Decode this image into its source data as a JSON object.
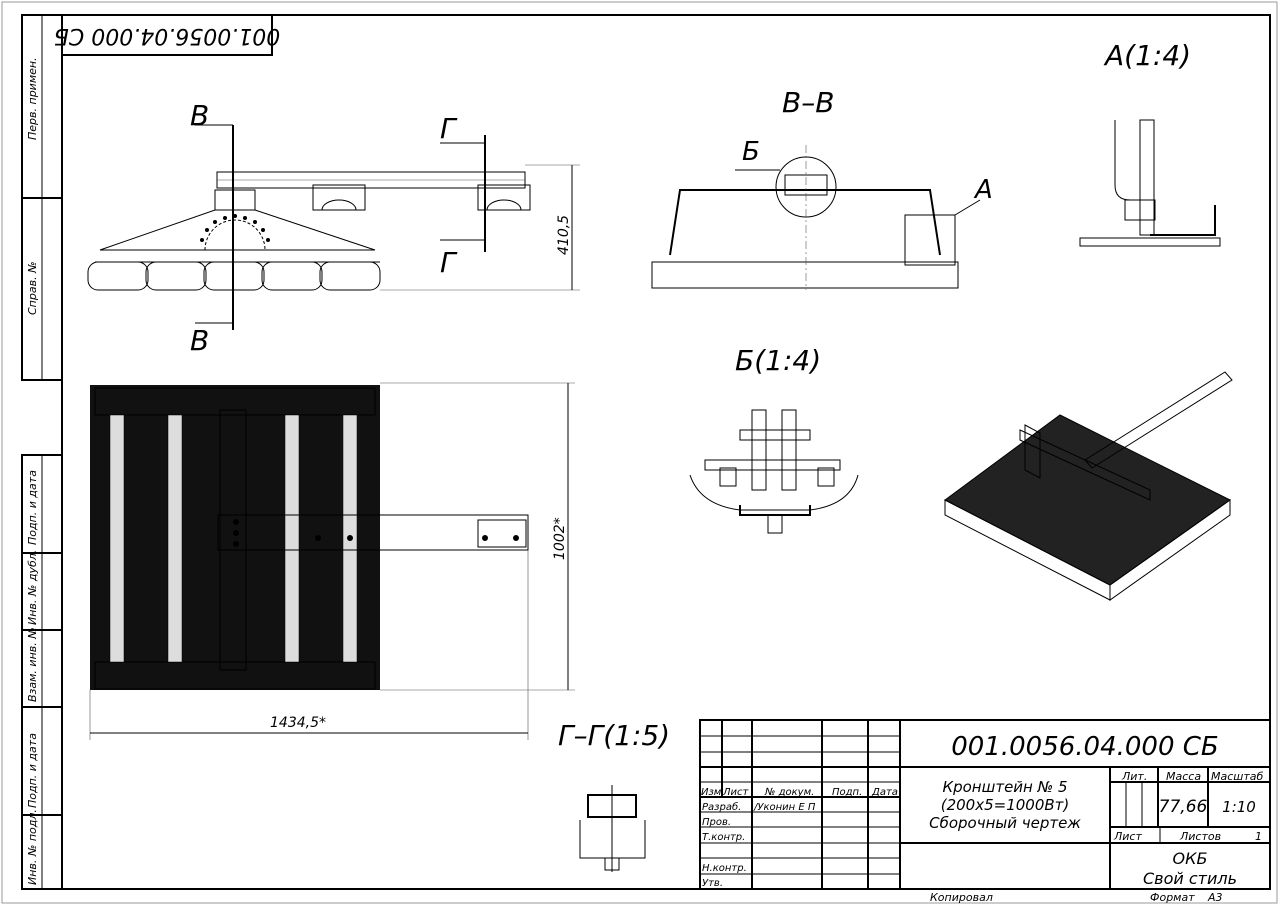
{
  "drawing": {
    "designation": "001.0056.04.000 СБ",
    "designation_mirrored": "001.0056.04.000 СБ",
    "views": {
      "section_b_label": "В",
      "section_g_label": "Г",
      "section_bb_title": "В–В",
      "detail_b_marker": "Б",
      "detail_a_marker": "А",
      "detail_a_title": "А(1:4)",
      "detail_b_title": "Б(1:4)",
      "section_gg_title": "Г–Г(1:5)"
    },
    "dimensions": {
      "height": "410,5",
      "width": "1002*",
      "length": "1434,5*"
    }
  },
  "side_stamp": [
    "Перв. примен.",
    "Справ. №",
    "Подп. и дата",
    "Инв. № дубл.",
    "Взам. инв. №",
    "Подп. и дата",
    "Инв. № подл."
  ],
  "title_block": {
    "headers": {
      "izm": "Изм.",
      "list": "Лист",
      "doc": "№ докум.",
      "sign": "Подп.",
      "date": "Дата"
    },
    "roles": [
      "Разраб.",
      "Пров.",
      "Т.контр.",
      "Н.контр.",
      "Утв."
    ],
    "developer": "/Уконин Е П",
    "name_lines": [
      "Кронштейн № 5",
      "(200х5=1000Вт)",
      "Сборочный чертеж"
    ],
    "lit_label": "Лит.",
    "mass_label": "Масса",
    "scale_label": "Масштаб",
    "mass": "77,66",
    "scale": "1:10",
    "sheet_label": "Лист",
    "sheets_label": "Листов",
    "sheets": "1",
    "org_lines": [
      "ОКБ",
      "Свой стиль"
    ],
    "copied": "Копировал",
    "format_label": "Формат",
    "format": "А3"
  }
}
